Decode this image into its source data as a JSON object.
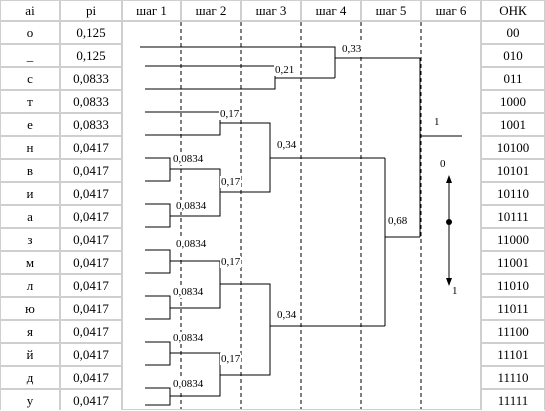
{
  "headers": {
    "ai": "ai",
    "pi": "pi",
    "steps": [
      "шаг 1",
      "шаг 2",
      "шаг 3",
      "шаг 4",
      "шаг 5",
      "шаг 6"
    ],
    "code": "ОНК"
  },
  "rows": [
    {
      "ai": "о",
      "pi": "0,125",
      "code": "00"
    },
    {
      "ai": "_",
      "pi": "0,125",
      "code": "010"
    },
    {
      "ai": "с",
      "pi": "0,0833",
      "code": "011"
    },
    {
      "ai": "т",
      "pi": "0,0833",
      "code": "1000"
    },
    {
      "ai": "е",
      "pi": "0,0833",
      "code": "1001"
    },
    {
      "ai": "н",
      "pi": "0,0417",
      "code": "10100"
    },
    {
      "ai": "в",
      "pi": "0,0417",
      "code": "10101"
    },
    {
      "ai": "и",
      "pi": "0,0417",
      "code": "10110"
    },
    {
      "ai": "а",
      "pi": "0,0417",
      "code": "10111"
    },
    {
      "ai": "з",
      "pi": "0,0417",
      "code": "11000"
    },
    {
      "ai": "м",
      "pi": "0,0417",
      "code": "11001"
    },
    {
      "ai": "л",
      "pi": "0,0417",
      "code": "11010"
    },
    {
      "ai": "ю",
      "pi": "0,0417",
      "code": "11011"
    },
    {
      "ai": "я",
      "pi": "0,0417",
      "code": "11100"
    },
    {
      "ai": "й",
      "pi": "0,0417",
      "code": "11101"
    },
    {
      "ai": "д",
      "pi": "0,0417",
      "code": "11110"
    },
    {
      "ai": "у",
      "pi": "0,0417",
      "code": "11111"
    }
  ],
  "merges": {
    "m1": "0,0834",
    "m2": "0,0834",
    "m3": "0,0834",
    "m4": "0,0834",
    "m5": "0,0834",
    "m6": "0,0834",
    "s2a": "0,17",
    "s2b": "0,17",
    "s2c": "0,17",
    "s2d": "0,17",
    "s3a": "0,21",
    "s3b": "0,34",
    "s3c": "0,34",
    "s4": "0,33",
    "s5": "0,68",
    "s6": "1"
  },
  "legend": {
    "zero": "0",
    "one": "1"
  }
}
